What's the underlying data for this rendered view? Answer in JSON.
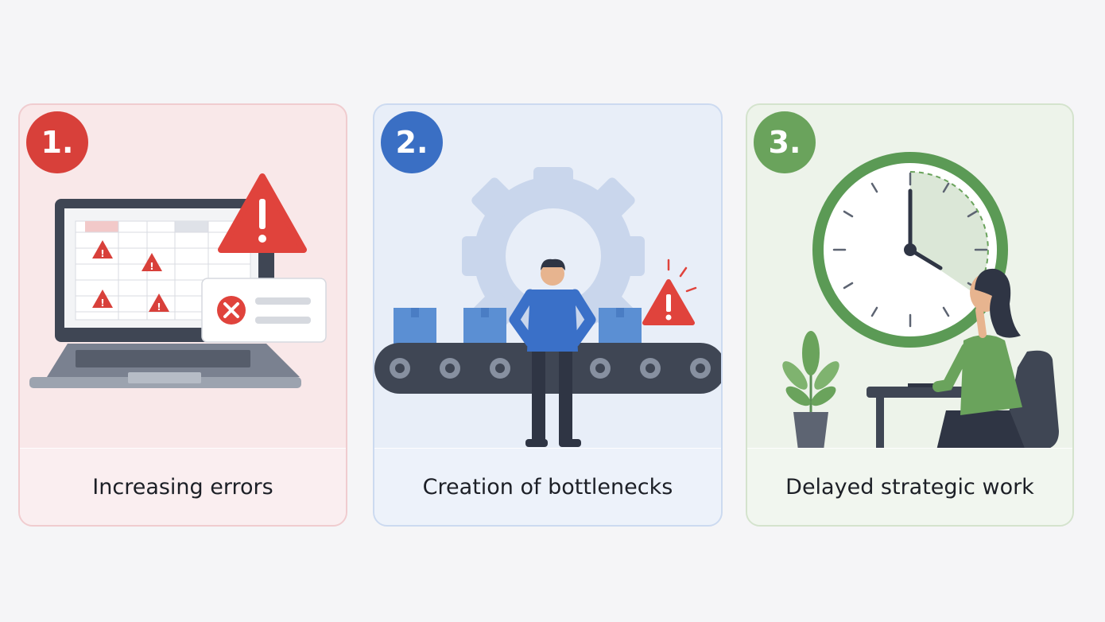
{
  "cards": [
    {
      "number": "1.",
      "caption": "Increasing errors",
      "badge_color": "#d8403a",
      "icons": [
        "laptop-icon",
        "warning-icon",
        "error-dialog-icon",
        "spreadsheet-icon"
      ]
    },
    {
      "number": "2.",
      "caption": "Creation of bottlenecks",
      "badge_color": "#3a6fc4",
      "icons": [
        "gear-icon",
        "conveyor-belt-icon",
        "box-icon",
        "person-icon",
        "warning-icon"
      ]
    },
    {
      "number": "3.",
      "caption": "Delayed strategic work",
      "badge_color": "#6aa35c",
      "icons": [
        "clock-icon",
        "plant-icon",
        "person-icon",
        "desk-icon",
        "chair-icon"
      ]
    }
  ]
}
